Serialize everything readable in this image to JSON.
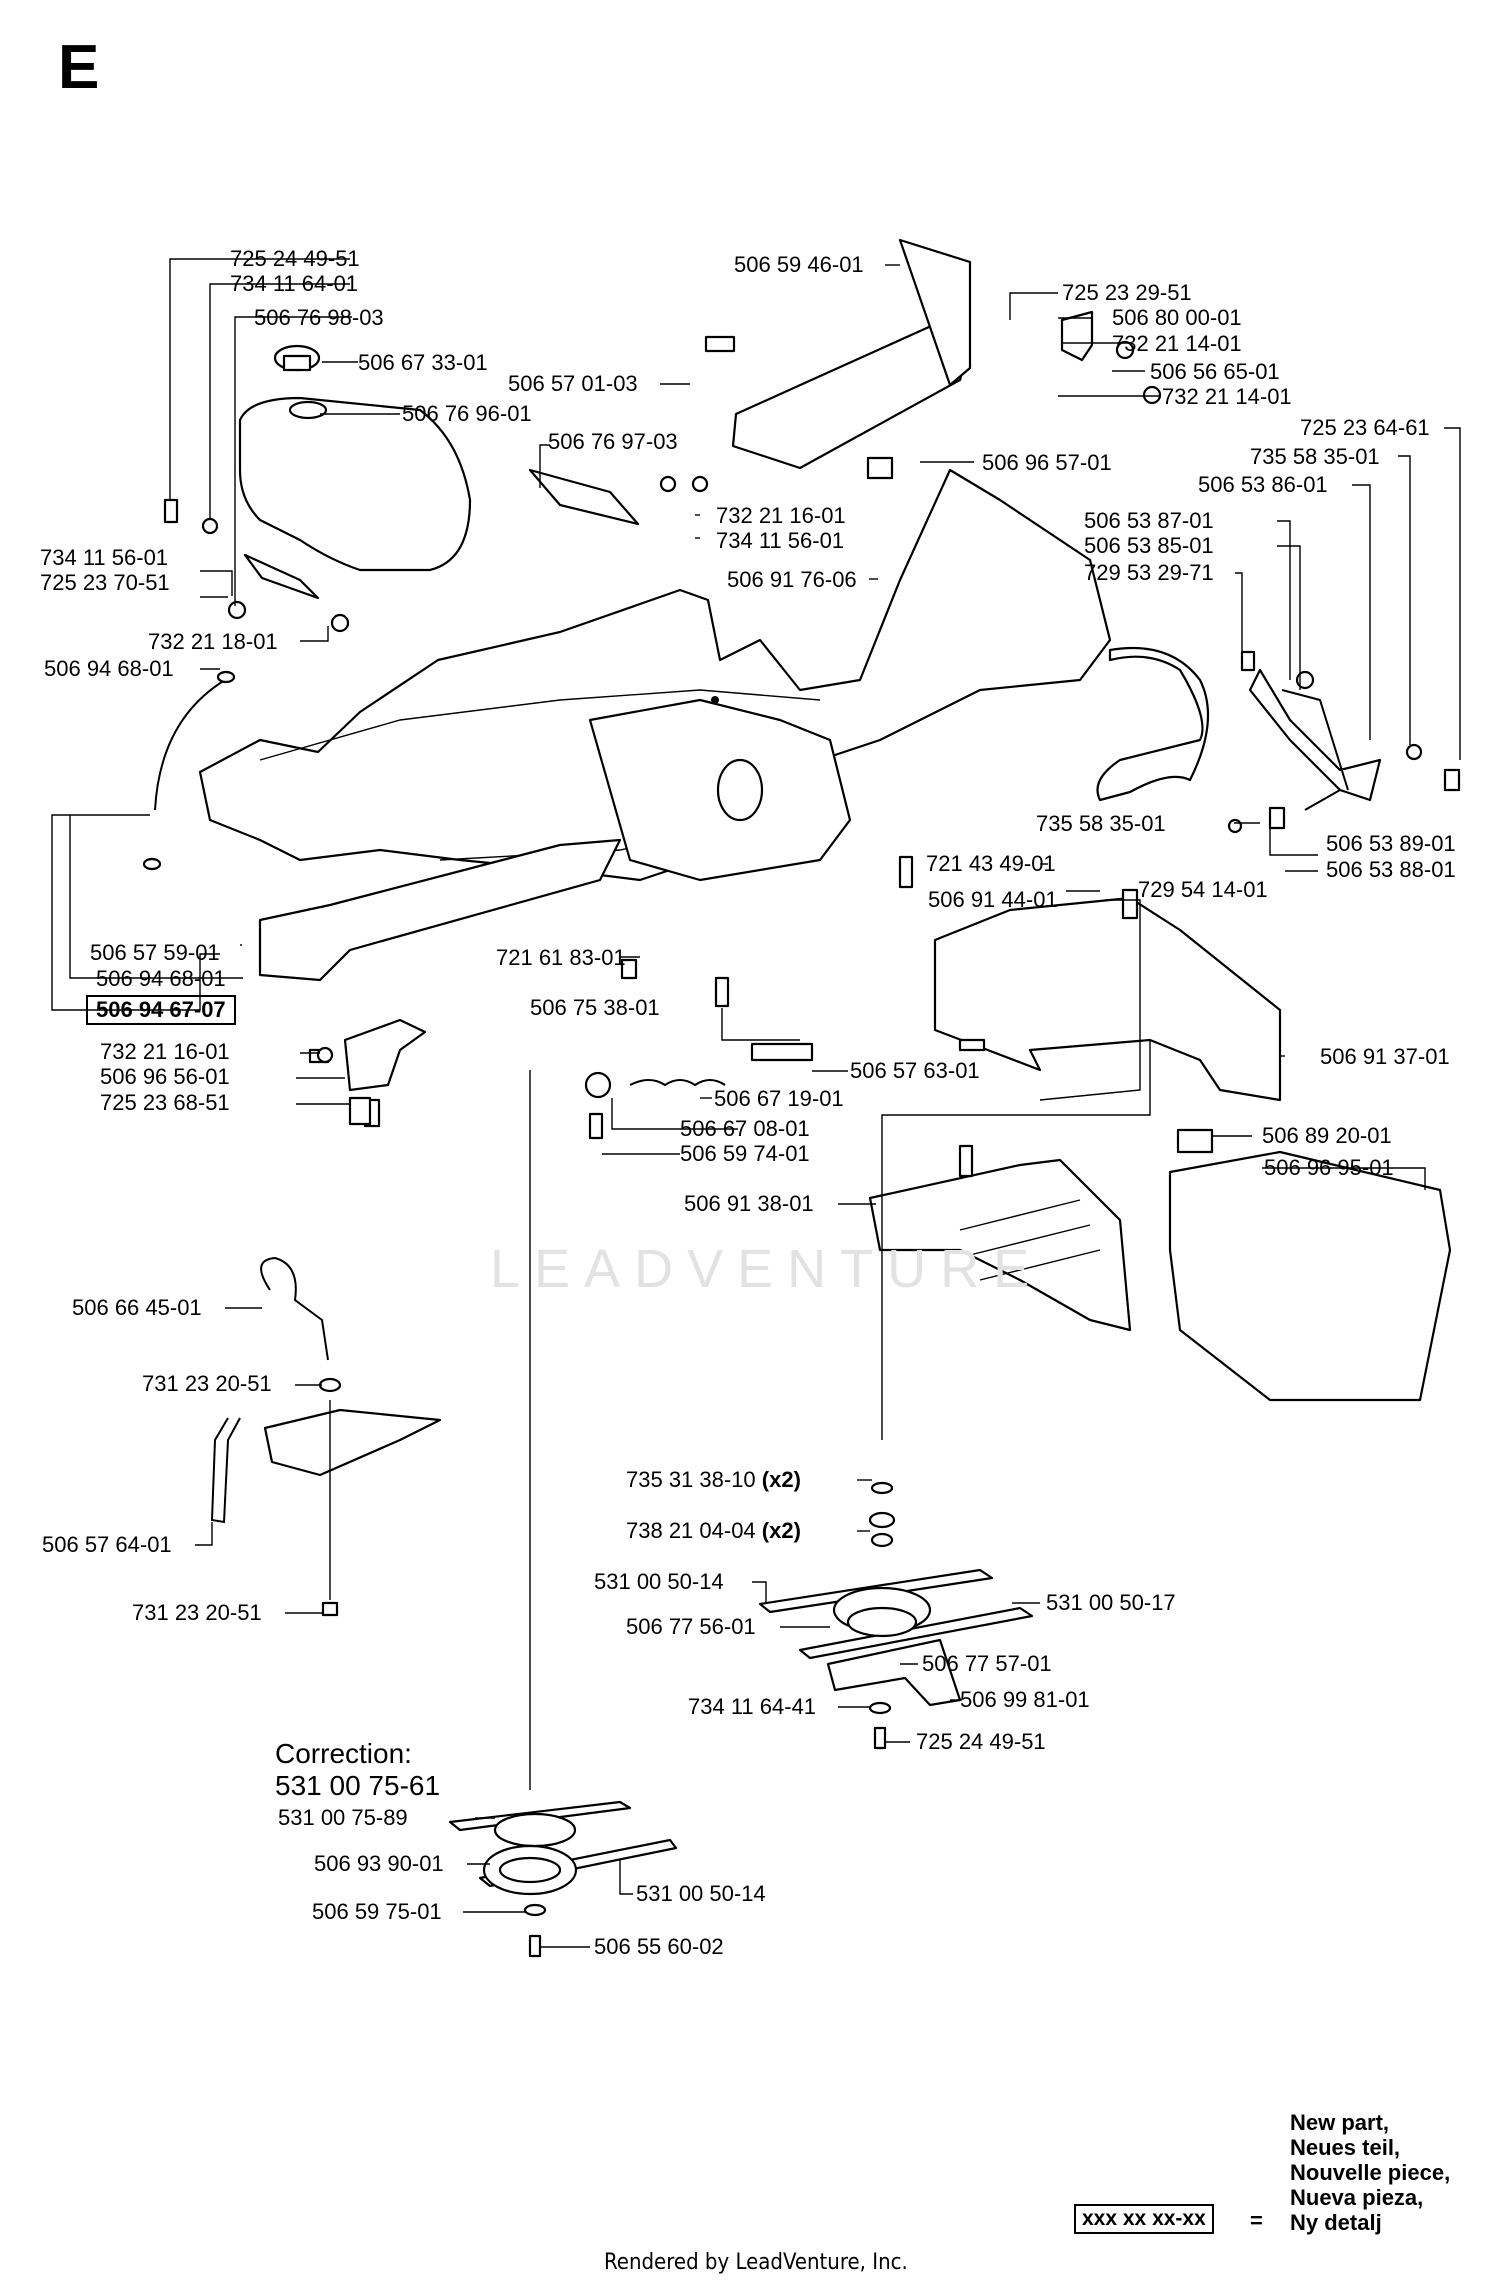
{
  "section_letter": "E",
  "watermark": "LEADVENTURE",
  "footer": "Rendered by LeadVenture, Inc.",
  "correction": {
    "title": "Correction:",
    "part": "531 00 75-61"
  },
  "legend": {
    "lines": [
      "New part,",
      "Neues teil,",
      "Nouvelle piece,",
      "Nueva pieza,",
      "Ny detalj"
    ],
    "box": "xxx xx xx-xx",
    "eq": "="
  },
  "labels": {
    "l01": "725 24 49-51",
    "l02": "734 11 64-01",
    "l03": "506 76 98-03",
    "l04": "506 67 33-01",
    "l05": "506 76 96-01",
    "l06": "506 76 97-03",
    "l07": "506 59 46-01",
    "l08": "506 57 01-03",
    "l09": "725 23 29-51",
    "l10": "506 80 00-01",
    "l11": "732 21 14-01",
    "l12": "506 56 65-01",
    "l13": "732 21 14-01",
    "l14": "725 23 64-61",
    "l15": "735 58 35-01",
    "l16": "506 53 86-01",
    "l17": "506 96 57-01",
    "l18": "732 21 16-01",
    "l19": "734 11 56-01",
    "l20": "506 53 87-01",
    "l21": "506 53 85-01",
    "l22": "729 53 29-71",
    "l23": "734 11 56-01",
    "l24": "725 23 70-51",
    "l25": "506 91 76-06",
    "l26": "732 21 18-01",
    "l27": "506 94 68-01",
    "l28": "735 58 35-01",
    "l29": "506 53 89-01",
    "l30": "506 53 88-01",
    "l31": "721 43 49-01",
    "l32": "729 54 14-01",
    "l33": "506 91 44-01",
    "l34": "506 57 59-01",
    "l35": "721 61 83-01",
    "l36": "506 94 68-01",
    "l37": "506 94 67-07",
    "l38": "506 75 38-01",
    "l39": "732 21 16-01",
    "l40": "506 96 56-01",
    "l41": "725 23 68-51",
    "l42": "506 57 63-01",
    "l43": "506 67 19-01",
    "l44": "506 91 37-01",
    "l45": "506 67 08-01",
    "l46": "506 59 74-01",
    "l47": "506 89 20-01",
    "l48": "506 96 95-01",
    "l49": "506 91 38-01",
    "l50": "506 66 45-01",
    "l51": "731 23 20-51",
    "l52": "506 57 64-01",
    "l53": "731 23 20-51",
    "l54": "735 31 38-10",
    "l55": "738 21 04-04",
    "l56": "531 00 50-14",
    "l57": "531 00 50-17",
    "l58": "506 77 56-01",
    "l59": "506 77 57-01",
    "l60": "734 11 64-41",
    "l61": "506 99 81-01",
    "l62": "725 24 49-51",
    "l63": "531 00 75-89",
    "l64": "506 93 90-01",
    "l65": "531 00 50-14",
    "l66": "506 59 75-01",
    "l67": "506 55 60-02"
  },
  "qty": {
    "q54": "(x2)",
    "q55": "(x2)"
  }
}
